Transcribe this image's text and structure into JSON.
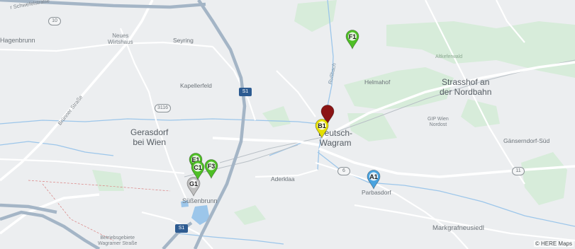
{
  "labels": {
    "schwefelstrasse": "r Schwefelstraße",
    "hagenbrunn": "Hagenbrunn",
    "neues_wirtshaus": "Neues\nWirtshaus",
    "seyring": "Seyring",
    "kapellerfeld": "Kapellerfeld",
    "gerasdorf": "Gerasdorf\nbei Wien",
    "suessenbrunn": "Süßenbrunn",
    "aderklaa": "Aderklaa",
    "deutsch_wagram": "Deutsch-\nWagram",
    "heinahof": "Helmahof",
    "strasshof": "Strasshof an\nder Nordbahn",
    "attkeferwald": "Altkeferwald",
    "gip_wien_nordost": "GIP Wien\nNordost",
    "gaenserndorf_sued": "Gänserndorf-Süd",
    "parbasdorf": "Parbasdorf",
    "markgrafneusiedl": "Markgrafneusiedl",
    "russbach": "Rußbach",
    "brunner_strasse": "Brünner Straße",
    "betriebsgebiete": "Betriebsgebiete\nWagramer Straße"
  },
  "shields": {
    "s1_top": "S1",
    "s1_bottom": "S1",
    "r10": "10",
    "r3116": "3116",
    "r6": "6",
    "r11": "11"
  },
  "markers": [
    {
      "label": "F1",
      "color": "#4fbf26"
    },
    {
      "label": "",
      "color": "#8b1414"
    },
    {
      "label": "B1",
      "color": "#e5e000"
    },
    {
      "label": "A1",
      "color": "#4aa3df"
    },
    {
      "label": "E1",
      "color": "#4fbf26"
    },
    {
      "label": "C1",
      "color": "#4fbf26"
    },
    {
      "label": "F3",
      "color": "#4fbf26"
    },
    {
      "label": "G1",
      "color": "#bfbfbf"
    }
  ],
  "attribution": "© HERE Maps",
  "colors": {
    "land": "#eceef0",
    "green": "#d6ecd9",
    "water": "#9fc9ee",
    "highway": "#a2b2c2",
    "road": "#ffffff"
  }
}
